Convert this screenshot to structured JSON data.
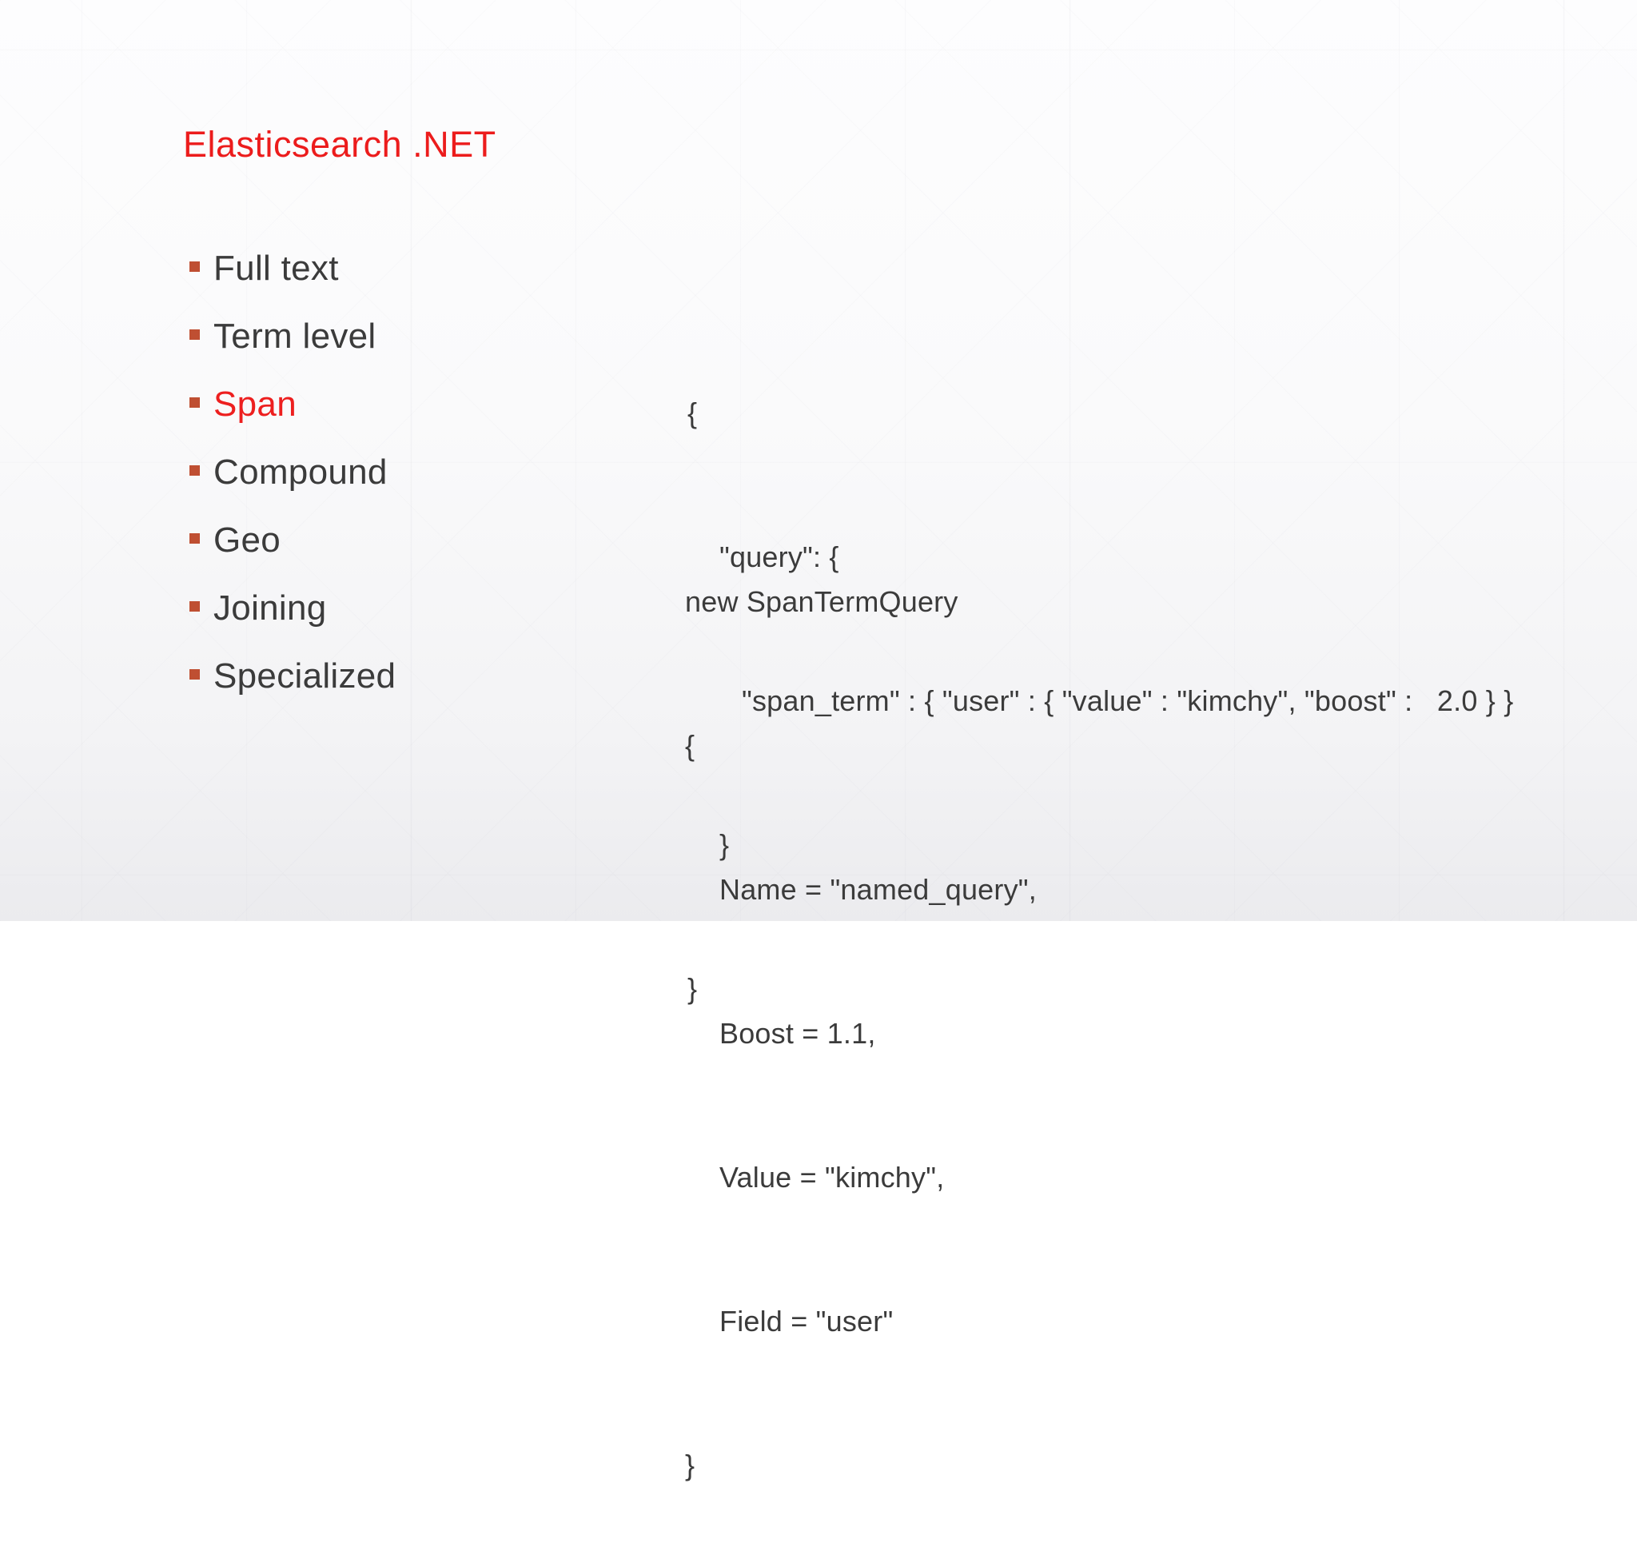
{
  "slide": {
    "title": "Elasticsearch .NET",
    "colors": {
      "title_red": "#ec1c1c",
      "highlight_red": "#ed1f1f",
      "bullet_square": "#bf4f32",
      "body_text": "#3b3b3b",
      "background_top": "#fdfdfe",
      "background_bottom": "#ebebee"
    },
    "bullets": [
      {
        "label": "Full text",
        "highlighted": false
      },
      {
        "label": "Term level",
        "highlighted": false
      },
      {
        "label": "Span",
        "highlighted": true
      },
      {
        "label": "Compound",
        "highlighted": false
      },
      {
        "label": "Geo",
        "highlighted": false
      },
      {
        "label": "Joining",
        "highlighted": false
      },
      {
        "label": "Specialized",
        "highlighted": false
      }
    ],
    "code_json": {
      "language": "json",
      "lines": [
        {
          "text": "{",
          "indent": 0
        },
        {
          "text": "\"query\": {",
          "indent": 1
        },
        {
          "text": "\"span_term\" : { \"user\" : { \"value\" : \"kimchy\", \"boost\" :   2.0 } }",
          "indent": 2
        },
        {
          "text": "}",
          "indent": 1
        },
        {
          "text": "}",
          "indent": 0
        }
      ]
    },
    "code_csharp": {
      "language": "csharp",
      "lines": [
        {
          "text": "new SpanTermQuery",
          "indent": 0
        },
        {
          "text": "{",
          "indent": 0
        },
        {
          "text": "Name = \"named_query\",",
          "indent": 1
        },
        {
          "text": "Boost = 1.1,",
          "indent": 1
        },
        {
          "text": "Value = \"kimchy\",",
          "indent": 1
        },
        {
          "text": "Field = \"user\"",
          "indent": 1
        },
        {
          "text": "}",
          "indent": 0
        }
      ]
    }
  }
}
